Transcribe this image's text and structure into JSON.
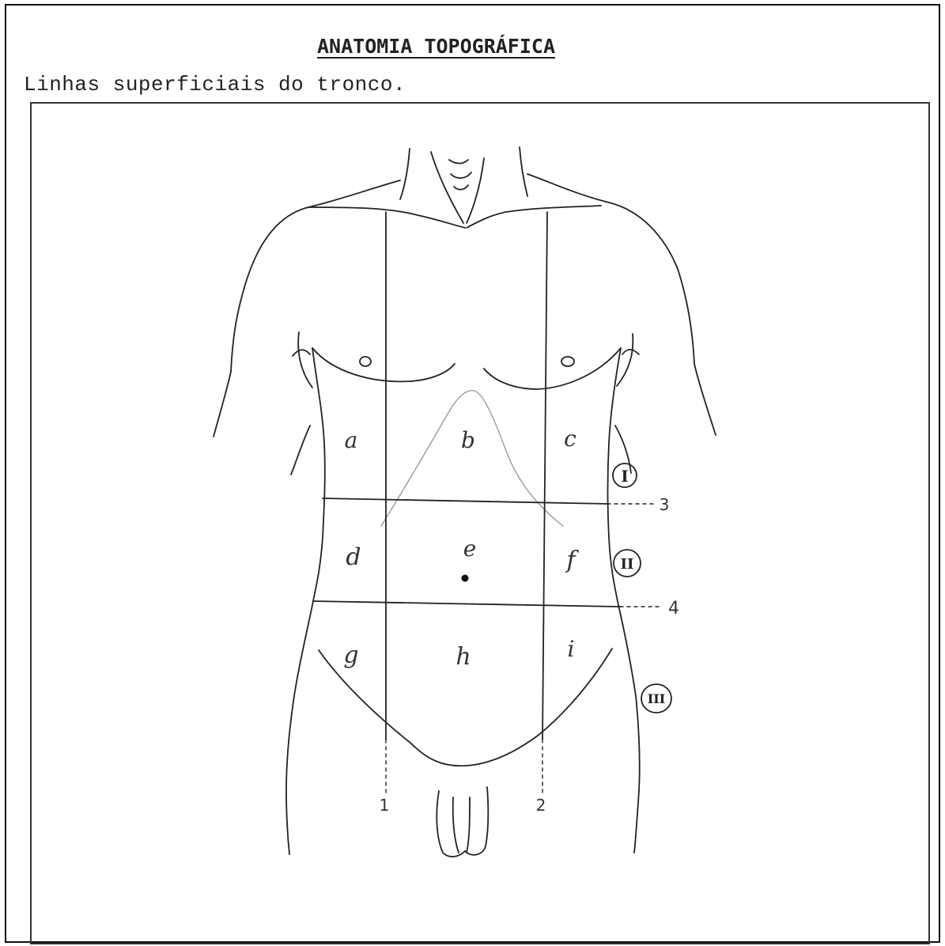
{
  "title": "ANATOMIA TOPOGRÁFICA",
  "subtitle": "Linhas superficiais do tronco.",
  "diagram": {
    "regions": [
      "a",
      "b",
      "c",
      "d",
      "e",
      "f",
      "g",
      "h",
      "i"
    ],
    "vertical_lines": [
      "1",
      "2"
    ],
    "horizontal_lines": [
      "3",
      "4"
    ],
    "levels": [
      "I",
      "II",
      "III"
    ]
  }
}
